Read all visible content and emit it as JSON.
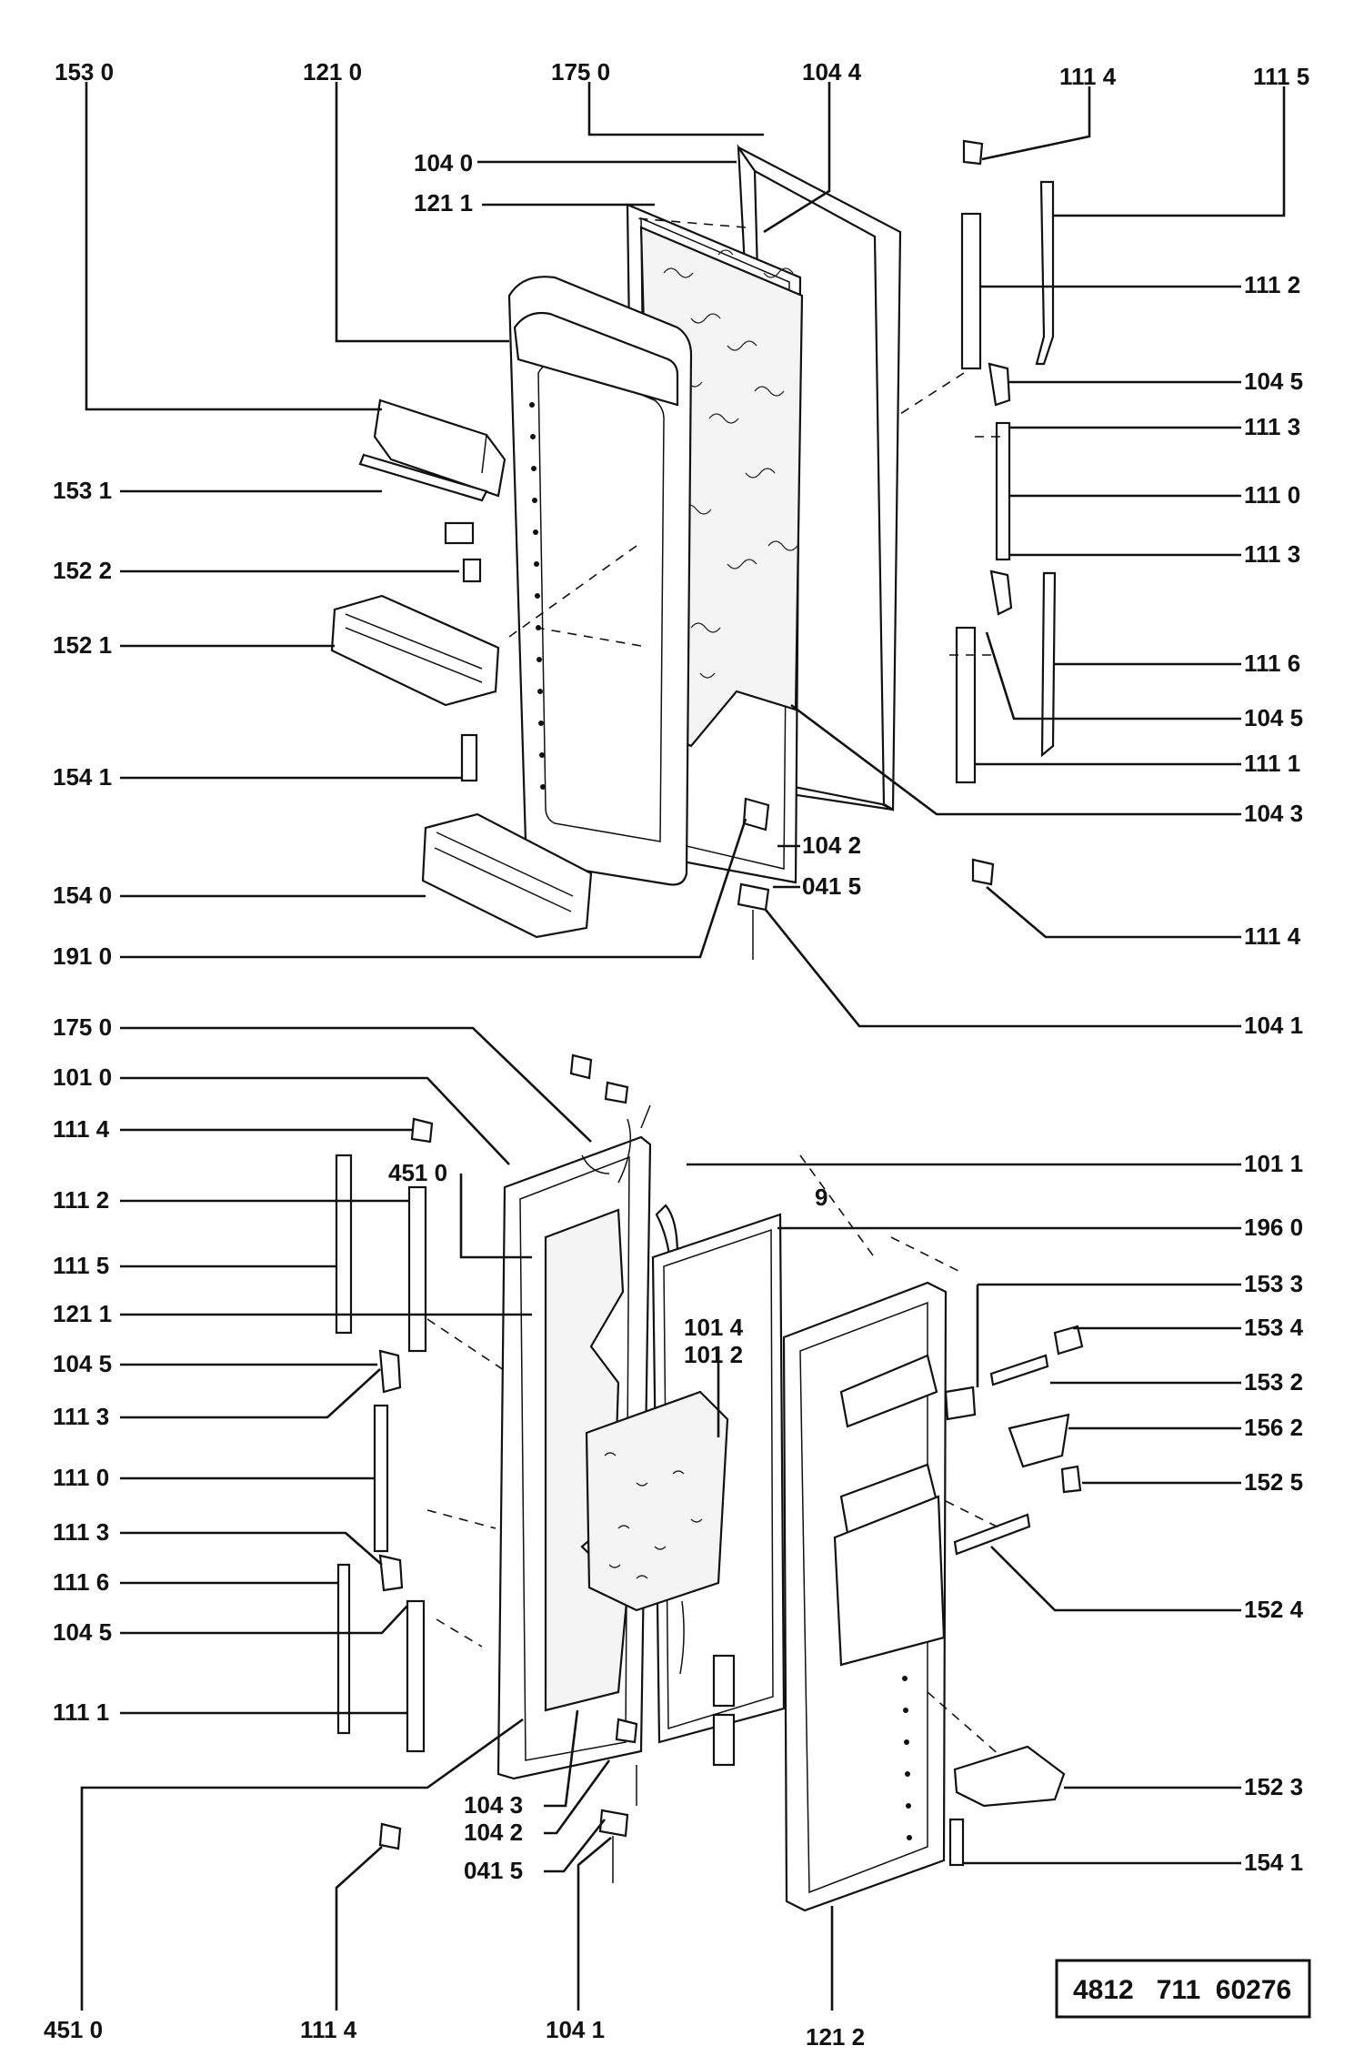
{
  "labels": {
    "top": {
      "l1530": "153 0",
      "l1210": "121 0",
      "l1750": "175 0",
      "l1044": "104 4",
      "l1114a": "111 4",
      "l1115": "111 5",
      "l1040": "104 0",
      "l1211": "121 1",
      "l1112": "111 2",
      "l1045a": "104 5",
      "l1113a": "111 3",
      "l1531": "153 1",
      "l1110": "111 0",
      "l1522": "152 2",
      "l1113b": "111 3",
      "l1521": "152 1",
      "l1116": "111 6",
      "l1045b": "104 5",
      "l1541": "154 1",
      "l1111": "111 1",
      "l1043": "104 3",
      "l1042": "104 2",
      "l0415": "041 5",
      "l1540": "154 0",
      "l1114b": "111 4",
      "l1910": "191 0",
      "l1041": "104 1"
    },
    "bottom": {
      "l1750": "175 0",
      "l1010": "101 0",
      "l1114a": "111 4",
      "l1011": "101 1",
      "l4510a": "451 0",
      "l1112": "111 2",
      "l1960": "196 0",
      "l1115": "111 5",
      "l1533": "153 3",
      "l1211": "121 1",
      "l1014": "101 4",
      "l1534": "153 4",
      "l1012": "101 2",
      "l1045a": "104 5",
      "l1532": "153 2",
      "l1113a": "111 3",
      "l1562": "156 2",
      "l1110": "111 0",
      "l1525": "152 5",
      "l1113b": "111 3",
      "l1116": "111 6",
      "l1524": "152 4",
      "l1045b": "104 5",
      "l1111": "111 1",
      "l1523": "152 3",
      "l1043": "104 3",
      "l1042": "104 2",
      "l1541": "154 1",
      "l0415": "041 5",
      "l4510b": "451 0",
      "l1114b": "111 4",
      "l1041": "104 1",
      "l1212": "121 2"
    }
  },
  "code_box": {
    "text": "4812   711  60276"
  }
}
